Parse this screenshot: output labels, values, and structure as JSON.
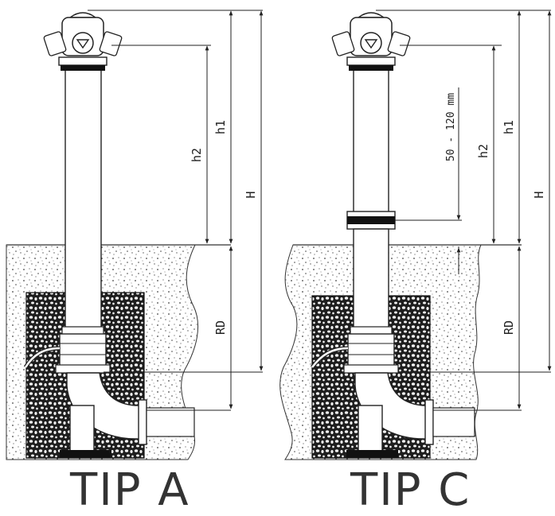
{
  "labels": {
    "tip_a": "TIP A",
    "tip_c": "TIP C",
    "height_total": "H",
    "height_1": "h1",
    "height_2": "h2",
    "depth": "RD",
    "range": "50 - 120 mm"
  }
}
